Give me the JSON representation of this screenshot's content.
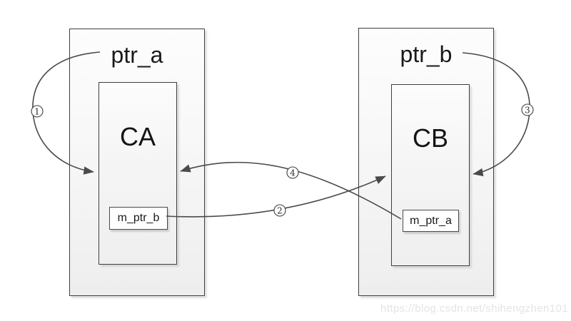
{
  "groups": {
    "left": {
      "pointer": "ptr_a",
      "class_name": "CA",
      "member": "m_ptr_b"
    },
    "right": {
      "pointer": "ptr_b",
      "class_name": "CB",
      "member": "m_ptr_a"
    }
  },
  "arrows": [
    {
      "label": "1",
      "from": "ptr_a",
      "to": "CA"
    },
    {
      "label": "2",
      "from": "m_ptr_b",
      "to": "CB"
    },
    {
      "label": "3",
      "from": "ptr_b",
      "to": "CB"
    },
    {
      "label": "4",
      "from": "m_ptr_a",
      "to": "CA"
    }
  ],
  "watermark": {
    "text": "https://blog.csdn.net/shihengzhen101"
  },
  "colors": {
    "line": "#4a4a4a",
    "box_border": "#3f3f3f",
    "box_fill_top": "#fdfdfd",
    "box_fill_bottom": "#eeeeee",
    "text": "#1a1a1a",
    "watermark": "#e4e4e4"
  }
}
